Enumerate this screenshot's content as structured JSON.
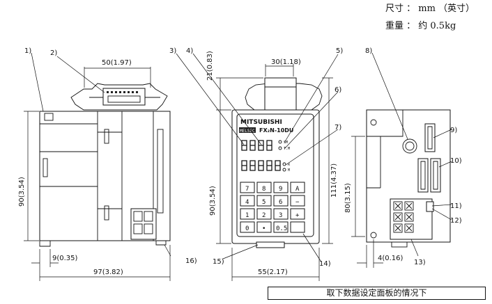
{
  "header": {
    "size_label": "尺寸 ： mm （英寸）",
    "weight_label": "重量 ： 约 0.5kg"
  },
  "caption": "取下数据设定面板的情况下",
  "dimensions": {
    "side_width": "50(1.97)",
    "side_height": "90(3.54)",
    "side_offset": "9(0.35)",
    "side_depth": "97(3.82)",
    "front_top_offset": "21(0.83)",
    "front_top_width": "30(1.18)",
    "front_height_left": "90(3.54)",
    "front_height_right": "111(4.37)",
    "front_width": "55(2.17)",
    "rear_height": "80(3.15)",
    "rear_offset": "4(0.16)"
  },
  "callouts": [
    "1)",
    "2)",
    "3)",
    "4)",
    "5)",
    "6)",
    "7)",
    "8)",
    "9)",
    "10)",
    "11)",
    "12)",
    "13)",
    "14)",
    "15)",
    "16)"
  ],
  "panel": {
    "brand": "MITSUBISHI",
    "model_left": "MELSEC",
    "model_right": "FX₂N-10DU",
    "led_labels": [
      "SM",
      "T.M",
      "R",
      "M"
    ],
    "keys": [
      [
        "7",
        "8",
        "9",
        "A"
      ],
      [
        "4",
        "5",
        "6",
        "−"
      ],
      [
        "1",
        "2",
        "3",
        "+"
      ],
      [
        "0",
        "•",
        "0.5",
        ""
      ]
    ]
  }
}
